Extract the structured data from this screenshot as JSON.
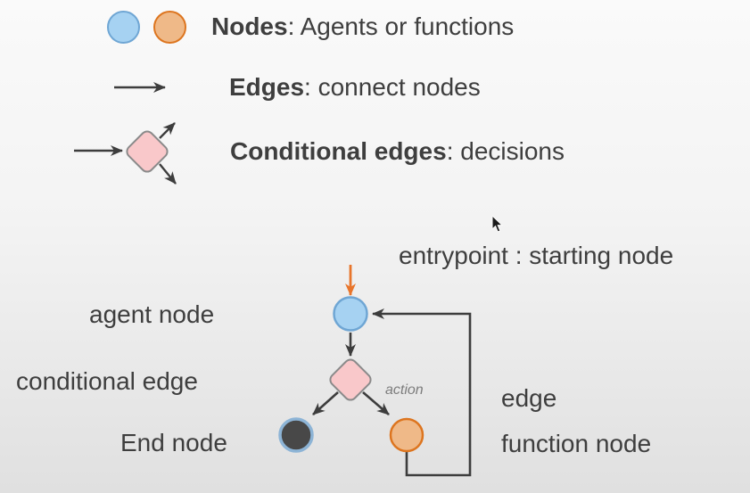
{
  "legend": {
    "items": [
      {
        "term": "Nodes",
        "rest": ": Agents or functions"
      },
      {
        "term": "Edges",
        "rest": ": connect nodes"
      },
      {
        "term": "Conditional edges",
        "rest": ": decisions"
      }
    ]
  },
  "diagram": {
    "entrypoint_label": "entrypoint : starting node",
    "agent_label": "agent node",
    "conditional_label": "conditional edge",
    "end_label": "End node",
    "edge_label": "edge",
    "function_label": "function node",
    "action_label": "action"
  },
  "colors": {
    "agent_node_fill": "#a6d2f2",
    "agent_node_stroke": "#6fa6d4",
    "function_node_fill": "#efb988",
    "function_node_stroke": "#dd751f",
    "end_node_fill": "#484848",
    "end_node_stroke": "#8db4d6",
    "conditional_fill": "#f9c8ca",
    "conditional_stroke": "#8a8a8a",
    "arrow": "#3d3d3d",
    "entry_arrow": "#e8752b",
    "text": "#3e3e3e",
    "background_top": "#fafafa",
    "background_bottom": "#e0e0e0"
  }
}
